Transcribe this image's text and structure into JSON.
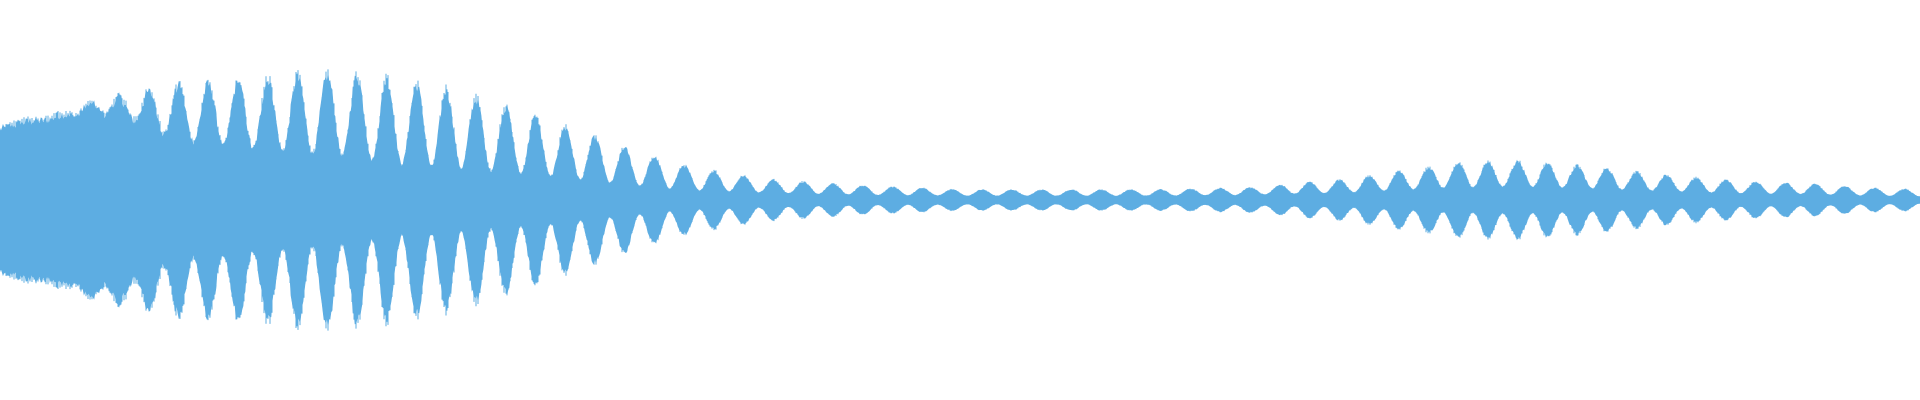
{
  "waveform": {
    "color": "#5dade2",
    "background": "#ffffff",
    "envelope": {
      "x": [
        0.0,
        0.01,
        0.03,
        0.05,
        0.07,
        0.09,
        0.12,
        0.15,
        0.18,
        0.21,
        0.24,
        0.27,
        0.3,
        0.33,
        0.36,
        0.4,
        0.45,
        0.5,
        0.55,
        0.6,
        0.65,
        0.7,
        0.73,
        0.76,
        0.79,
        0.82,
        0.85,
        0.88,
        0.91,
        0.94,
        0.97,
        1.0
      ],
      "amplitude": [
        0.35,
        0.38,
        0.42,
        0.48,
        0.52,
        0.56,
        0.58,
        0.6,
        0.62,
        0.58,
        0.52,
        0.44,
        0.34,
        0.24,
        0.16,
        0.1,
        0.07,
        0.05,
        0.05,
        0.05,
        0.06,
        0.1,
        0.14,
        0.18,
        0.19,
        0.17,
        0.14,
        0.11,
        0.09,
        0.08,
        0.06,
        0.05
      ]
    },
    "ripple": {
      "depth": [
        0.0,
        0.0,
        0.05,
        0.1,
        0.25,
        0.45,
        0.55,
        0.6,
        0.65,
        0.7,
        0.7,
        0.7,
        0.7,
        0.7,
        0.7,
        0.65,
        0.65,
        0.6,
        0.6,
        0.6,
        0.6,
        0.65,
        0.65,
        0.65,
        0.65,
        0.65,
        0.65,
        0.65,
        0.65,
        0.65,
        0.65,
        0.65
      ],
      "period_fraction": 0.0155
    }
  }
}
